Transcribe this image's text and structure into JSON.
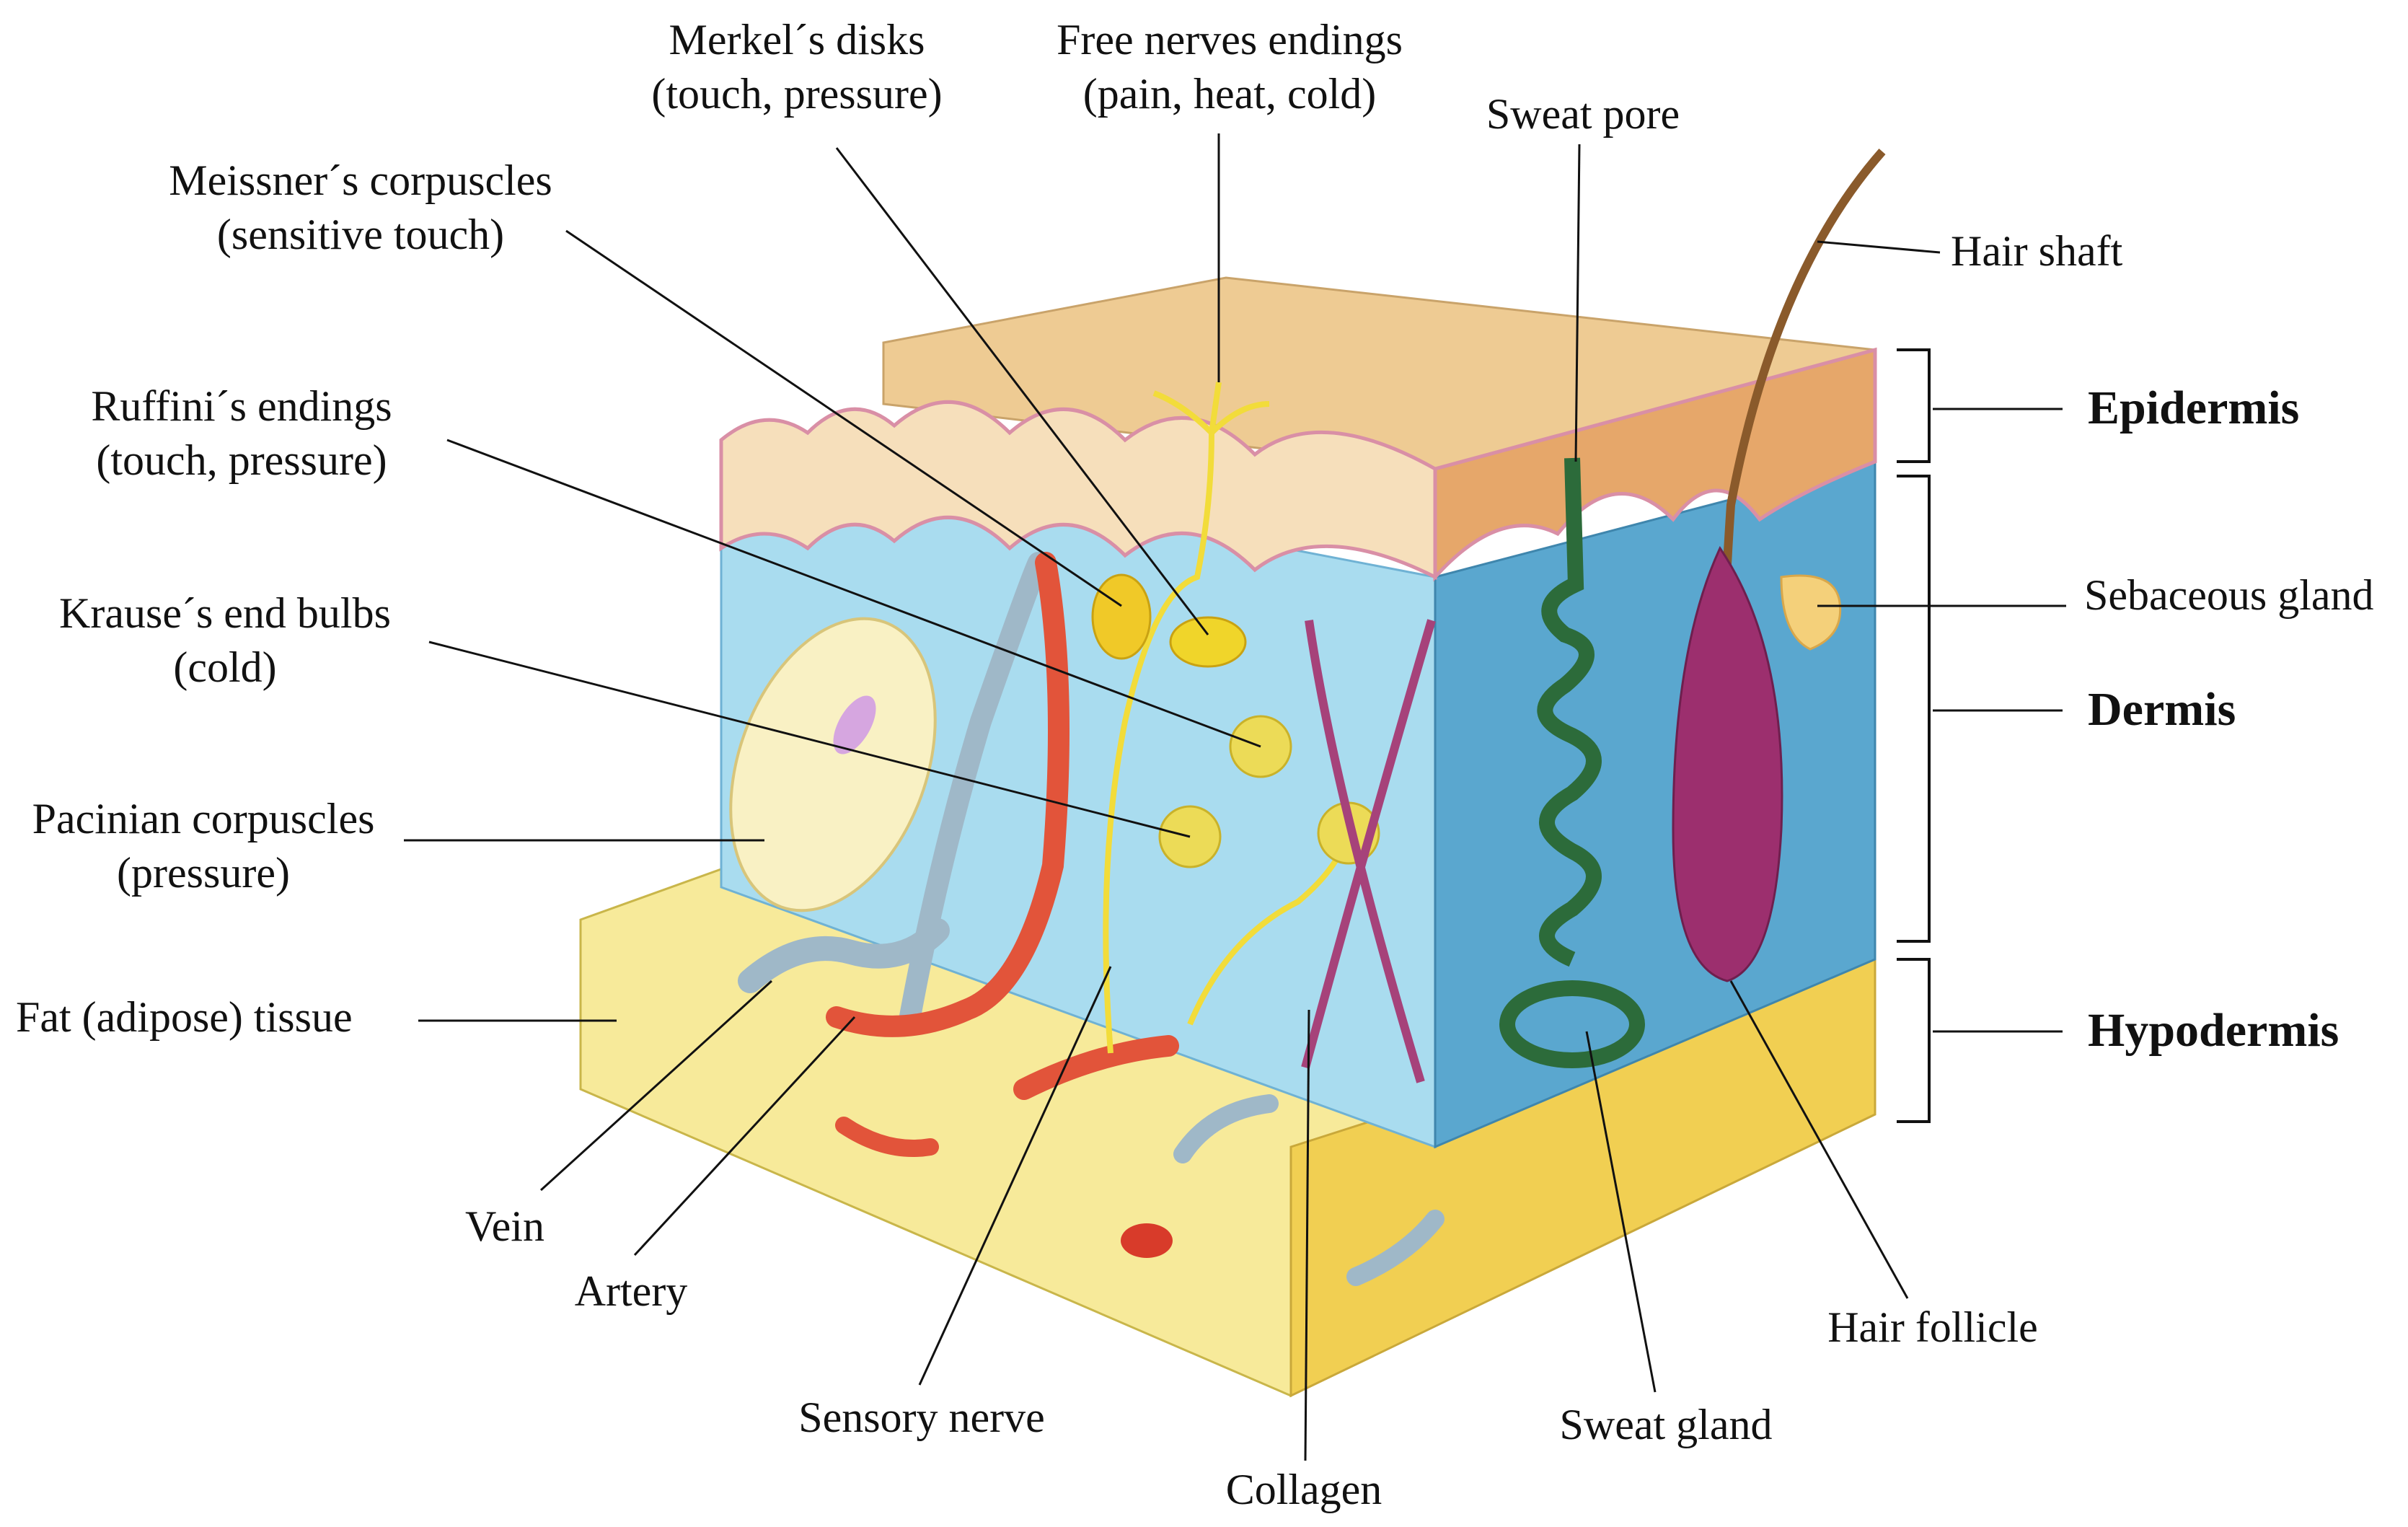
{
  "labels": {
    "merkel": [
      "Merkel´s disks",
      "(touch, pressure)"
    ],
    "free_nerves": [
      "Free nerves endings",
      "(pain, heat, cold)"
    ],
    "sweat_pore": "Sweat pore",
    "hair_shaft": "Hair shaft",
    "meissner": [
      "Meissner´s corpuscles",
      "(sensitive touch)"
    ],
    "ruffini": [
      "Ruffini´s endings",
      "(touch, pressure)"
    ],
    "krause": [
      "Krause´s end bulbs",
      "(cold)"
    ],
    "pacinian": [
      "Pacinian corpuscles",
      "(pressure)"
    ],
    "fat": "Fat (adipose) tissue",
    "sebaceous": "Sebaceous gland",
    "vein": "Vein",
    "artery": "Artery",
    "sensory_nerve": "Sensory nerve",
    "collagen": "Collagen",
    "sweat_gland": "Sweat gland",
    "hair_follicle": "Hair follicle"
  },
  "layers": {
    "epidermis": "Epidermis",
    "dermis": "Dermis",
    "hypodermis": "Hypodermis"
  },
  "colors": {
    "epidermis": "#f4d9b0",
    "dermis": "#a9dcef",
    "dermis_side": "#5aa7cf",
    "hypodermis": "#f7e58a",
    "artery": "#e2543a",
    "vein": "#9fb8c8",
    "nerve": "#f2dc3a",
    "sweat_gland": "#2c6b3a",
    "hair": "#8a5a2b"
  }
}
